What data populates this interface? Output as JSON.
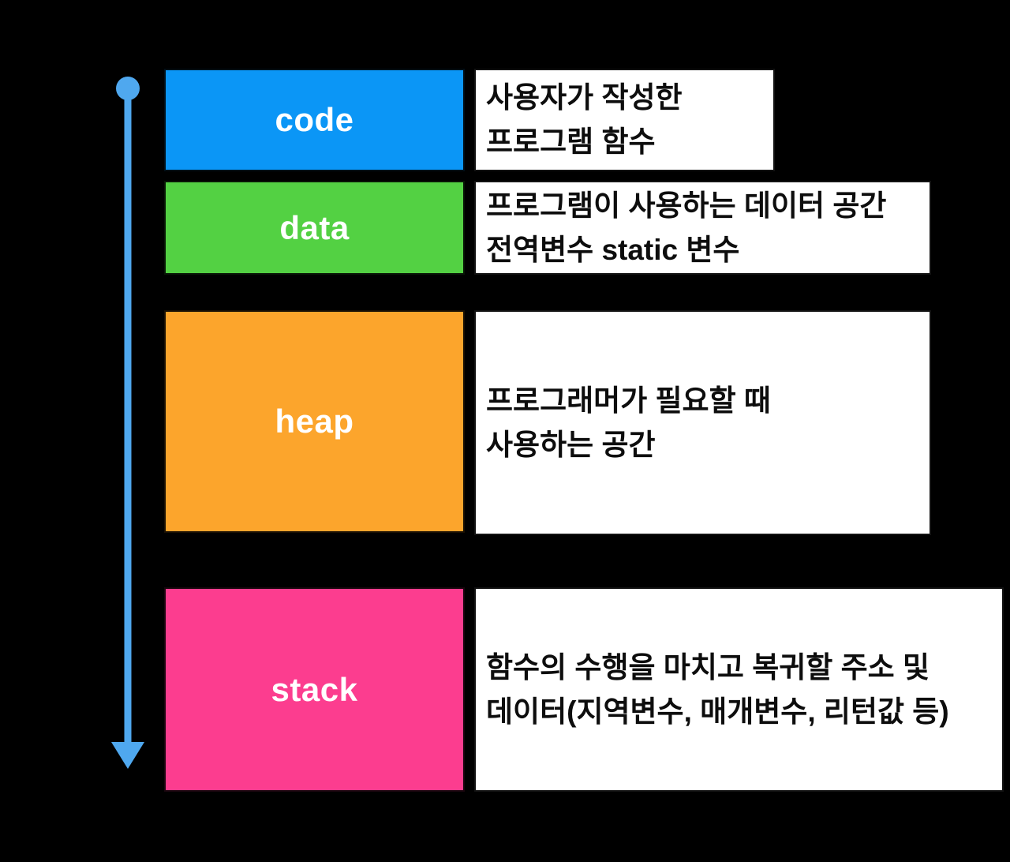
{
  "arrow": {
    "direction": "down",
    "color": "#4FA8EF"
  },
  "colors": {
    "background": "#000000",
    "label_text": "#FFFFFF",
    "description_text": "#0D0D0D",
    "description_bg": "#FFFFFF"
  },
  "segments": [
    {
      "id": "code",
      "label": "code",
      "color": "#0B96F6",
      "desc": [
        "사용자가 작성한",
        "프로그램 함수"
      ]
    },
    {
      "id": "data",
      "label": "data",
      "color": "#53D143",
      "desc": [
        "프로그램이 사용하는 데이터 공간",
        "전역변수 static 변수"
      ]
    },
    {
      "id": "heap",
      "label": "heap",
      "color": "#FCA52C",
      "desc": [
        "프로그래머가 필요할 때",
        "사용하는 공간"
      ]
    },
    {
      "id": "stack",
      "label": "stack",
      "color": "#FC3D8F",
      "desc": [
        "함수의 수행을 마치고 복귀할 주소 및",
        "데이터(지역변수, 매개변수, 리턴값 등)"
      ]
    }
  ]
}
